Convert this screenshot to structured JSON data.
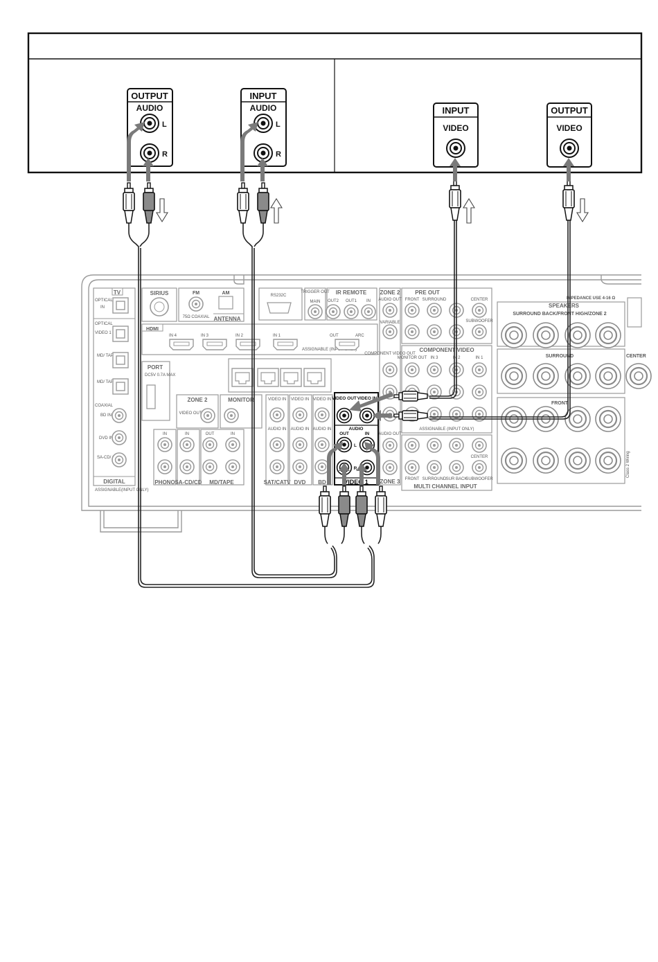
{
  "device_panel": {
    "output_audio": {
      "title": "OUTPUT",
      "sub": "AUDIO",
      "l": "L",
      "r": "R"
    },
    "input_audio": {
      "title": "INPUT",
      "sub": "AUDIO",
      "l": "L",
      "r": "R"
    },
    "input_video": {
      "title": "INPUT",
      "sub": "VIDEO"
    },
    "output_video": {
      "title": "OUTPUT",
      "sub": "VIDEO"
    }
  },
  "receiver": {
    "sections": {
      "tv": "TV",
      "sirius": "SIRIUS",
      "fm": "FM",
      "am": "AM",
      "tv_coaxial": "75Ω COAXIAL",
      "antenna": "ANTENNA",
      "rs232c": "RS232C",
      "trigger_out": "TRIGGER OUT",
      "main": "MAIN",
      "ir_remote": "IR REMOTE",
      "out2": "OUT2",
      "out1": "OUT1",
      "in": "IN",
      "zone2": "ZONE 2",
      "audio_out": "AUDIO OUT",
      "variable": "VARIABLE",
      "pre_out": "PRE OUT",
      "front": "FRONT",
      "surround": "SURROUND",
      "center": "CENTER",
      "subwoofer": "SUBWOOFER",
      "speakers": "SPEAKERS",
      "impedance": "IMPEDANCE USE 4-16 Ω",
      "surround_back": "SURROUND BACK/FRONT HIGH/ZONE 2",
      "hdmi": "HDMI",
      "in4": "IN 4",
      "in3": "IN 3",
      "in2": "IN 2",
      "in1": "IN 1",
      "out": "OUT",
      "arc": "ARC",
      "assignable": "ASSIGNABLE (INPUT ONLY)",
      "component_video": "COMPONENT VIDEO",
      "component_video_out": "COMPONENT VIDEO OUT",
      "monitor_out": "MONITOR OUT",
      "port": "PORT",
      "dc5v": "DC5V 0.7A MAX",
      "zone2_video": "ZONE 2",
      "monitor": "MONITOR",
      "video_out": "VIDEO OUT",
      "optical": "OPTICAL",
      "video1_in": "VIDEO 1 IN",
      "md_tape_in": "MD/ TAPE IN",
      "md_tape_out": "MD/ TAPE OUT",
      "coaxial": "COAXIAL",
      "bd_in": "BD IN",
      "dvd_in": "DVD IN",
      "sacd_in": "SA-CD/ CD IN",
      "digital": "DIGITAL",
      "assignable_input_only": "ASSIGNABLE(INPUT ONLY)",
      "phono": "PHONO",
      "sacd_cd": "SA-CD/CD",
      "md_tape": "MD/TAPE",
      "sat_catv": "SAT/CATV",
      "dvd": "DVD",
      "bd": "BD",
      "video_in": "VIDEO IN",
      "audio_in": "AUDIO IN",
      "zone3": "ZONE 3",
      "multi_channel_input": "MULTI CHANNEL INPUT",
      "sur_back": "SUR BACK",
      "surround_label": "SURROUND",
      "front_label": "FRONT",
      "centre": "CENTER",
      "class2": "Class 2 Wiring"
    },
    "video1": {
      "video_out": "VIDEO OUT",
      "video_in": "VIDEO IN",
      "audio": "AUDIO",
      "out": "OUT",
      "in": "IN",
      "l": "L",
      "r": "R",
      "label": "VIDEO 1"
    }
  },
  "colors": {
    "cable": "#222222",
    "arrow": "#7a7a7a",
    "panel_line": "#9a9a9a",
    "frame": "#111111"
  }
}
